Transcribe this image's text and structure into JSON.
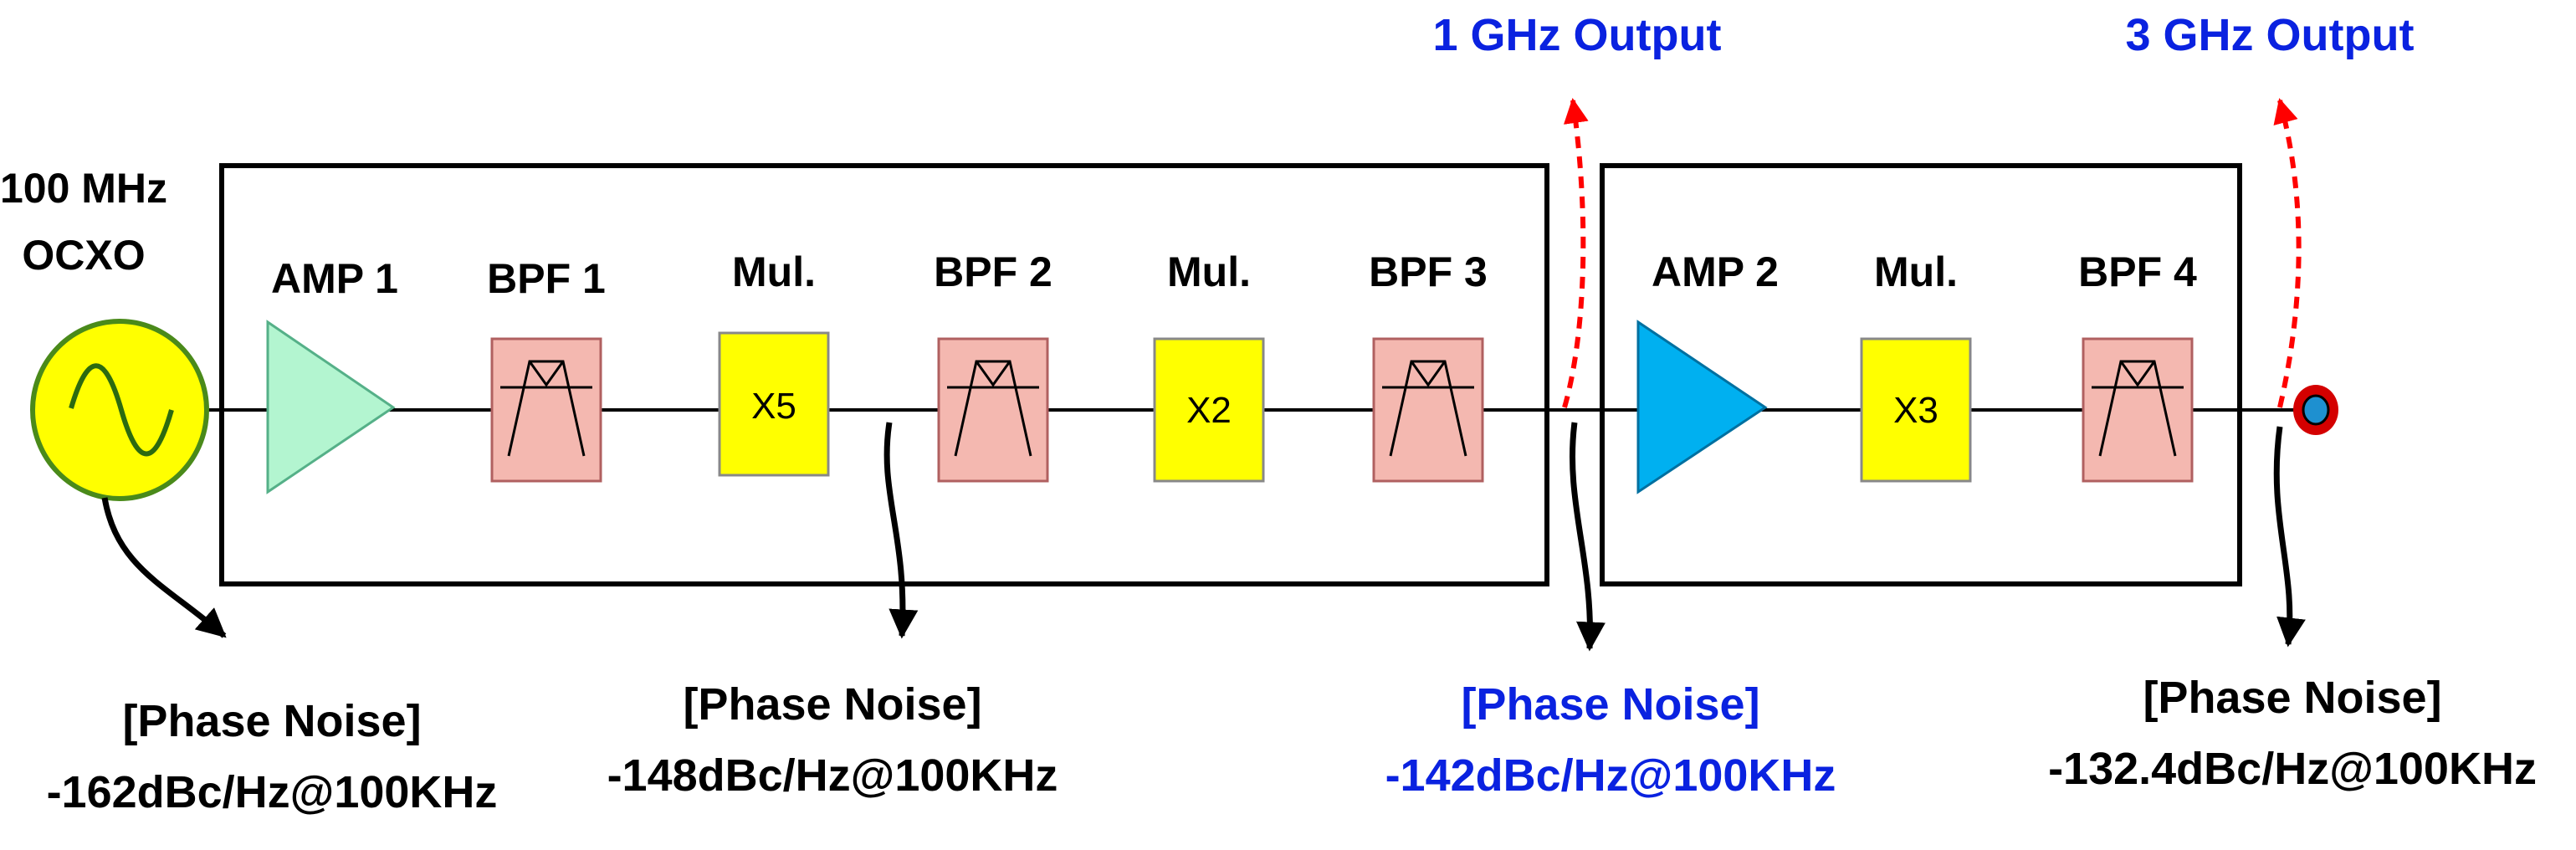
{
  "source": {
    "line1": "100 MHz",
    "line2": "OCXO"
  },
  "stage1": {
    "amp": "AMP 1",
    "bpf1": "BPF 1",
    "mul1_title": "Mul.",
    "mul1_factor": "X5",
    "bpf2": "BPF 2",
    "mul2_title": "Mul.",
    "mul2_factor": "X2",
    "bpf3": "BPF 3"
  },
  "stage2": {
    "amp": "AMP 2",
    "mul_title": "Mul.",
    "mul_factor": "X3",
    "bpf4": "BPF 4"
  },
  "outputs": {
    "out1": "1 GHz Output",
    "out2": "3 GHz Output"
  },
  "phase_noise": [
    {
      "title": "[Phase Noise]",
      "value": "-162dBc/Hz@100KHz"
    },
    {
      "title": "[Phase Noise]",
      "value": "-148dBc/Hz@100KHz"
    },
    {
      "title": "[Phase Noise]",
      "value": "-142dBc/Hz@100KHz"
    },
    {
      "title": "[Phase Noise]",
      "value": "-132.4dBc/Hz@100KHz"
    }
  ],
  "colors": {
    "amp1": "#b3f5d0",
    "amp2": "#00b0f0",
    "bpf": "#f4b8b0",
    "mul": "#ffff00",
    "osc": "#ffff00",
    "osc_ring": "#4a8a1a",
    "output_arrow": "#ff0000",
    "highlight_text": "#0a22e0"
  }
}
